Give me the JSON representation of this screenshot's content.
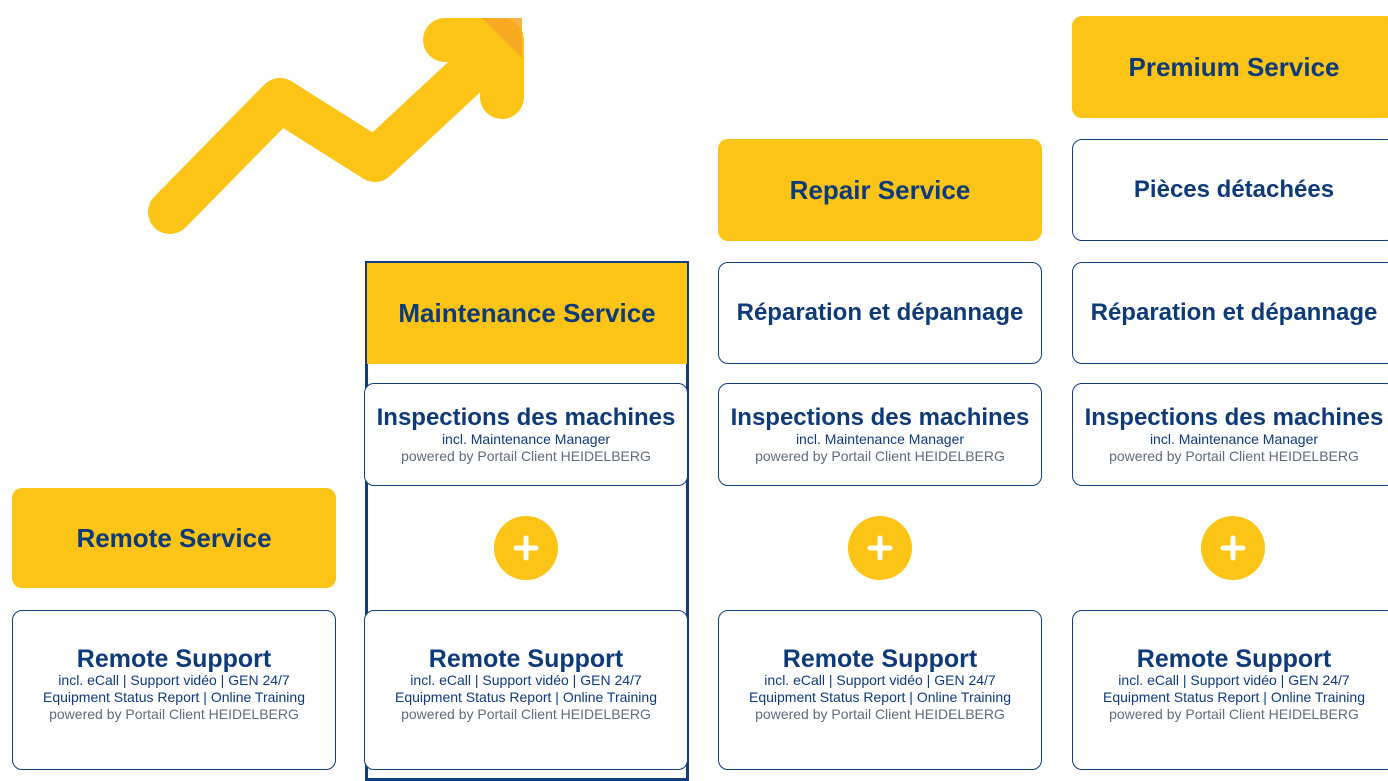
{
  "colors": {
    "accent": "#fbc416",
    "navy": "#0e3a78",
    "grey": "#5f6b7a"
  },
  "tiers": {
    "remote": {
      "title": "Remote Service",
      "support": {
        "title": "Remote Support",
        "line1": "incl. eCall | Support vidéo | GEN 24/7",
        "line2": "Equipment Status Report | Online Training",
        "powered": "powered by Portail Client HEIDELBERG"
      }
    },
    "maintenance": {
      "title": "Maintenance Service",
      "inspections": {
        "title": "Inspections des machines",
        "incl": "incl. Maintenance Manager",
        "powered": "powered by Portail Client HEIDELBERG"
      },
      "support": {
        "title": "Remote Support",
        "line1": "incl. eCall | Support vidéo | GEN 24/7",
        "line2": "Equipment Status Report | Online Training",
        "powered": "powered by Portail Client HEIDELBERG"
      }
    },
    "repair": {
      "title": "Repair Service",
      "reparation": "Réparation et dépannage",
      "inspections": {
        "title": "Inspections des machines",
        "incl": "incl. Maintenance Manager",
        "powered": "powered by Portail Client HEIDELBERG"
      },
      "support": {
        "title": "Remote Support",
        "line1": "incl. eCall | Support vidéo | GEN 24/7",
        "line2": "Equipment Status Report | Online Training",
        "powered": "powered by Portail Client HEIDELBERG"
      }
    },
    "premium": {
      "title": "Premium Service",
      "pieces": "Pièces détachées",
      "reparation": "Réparation et dépannage",
      "inspections": {
        "title": "Inspections des machines",
        "incl": "incl. Maintenance Manager",
        "powered": "powered by Portail Client HEIDELBERG"
      },
      "support": {
        "title": "Remote Support",
        "line1": "incl. eCall | Support vidéo | GEN 24/7",
        "line2": "Equipment Status Report | Online Training",
        "powered": "powered by Portail Client HEIDELBERG"
      }
    }
  },
  "icons": {
    "growth": "trend-up-arrow-icon",
    "plus": "plus-circle-icon"
  }
}
